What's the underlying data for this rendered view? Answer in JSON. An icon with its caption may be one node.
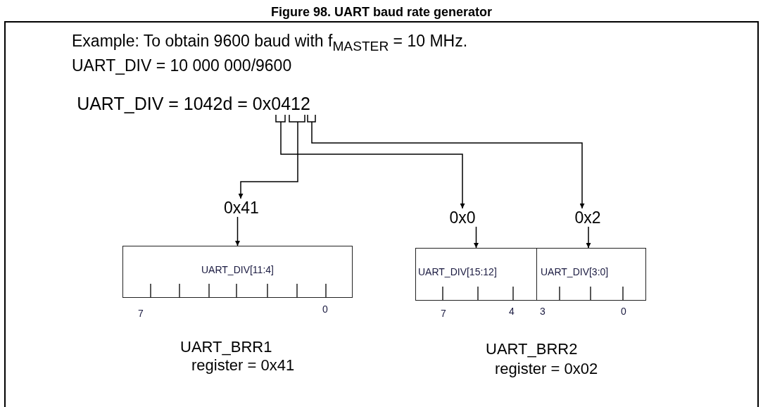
{
  "diagram": {
    "title": "Figure 98. UART baud rate generator",
    "nodes": [
      {
        "text": [
          "UART_DIV = 1042d = 0x0412"
        ]
      },
      {
        "text": [
          "0x41"
        ]
      },
      {
        "text": [
          "0x0"
        ]
      },
      {
        "text": [
          "0x2"
        ]
      },
      {
        "text": [
          "UART_DIV[11:4]"
        ]
      },
      {
        "text": [
          "UART_DIV[15:12]"
        ]
      },
      {
        "text": [
          "UART_DIV[3:0]"
        ]
      }
    ],
    "edges": [
      {
        "from": 0,
        "to": 1,
        "arrow": "to"
      },
      {
        "from": 0,
        "to": 2,
        "arrow": "to"
      },
      {
        "from": 0,
        "to": 3,
        "arrow": "to"
      },
      {
        "from": 1,
        "to": 4,
        "arrow": "to"
      },
      {
        "from": 2,
        "to": 5,
        "arrow": "to"
      },
      {
        "from": 3,
        "to": 6,
        "arrow": "to"
      }
    ],
    "labels": [
      "Example: To obtain 9600 baud with f$_{MASTER}$ = 10 MHz.",
      "UART_DIV = 10 000 000/9600",
      "7",
      "0",
      "7",
      "4",
      "3",
      "0",
      "UART_BRR1",
      "register = 0x41",
      "UART_BRR2",
      "register = 0x02"
    ]
  }
}
